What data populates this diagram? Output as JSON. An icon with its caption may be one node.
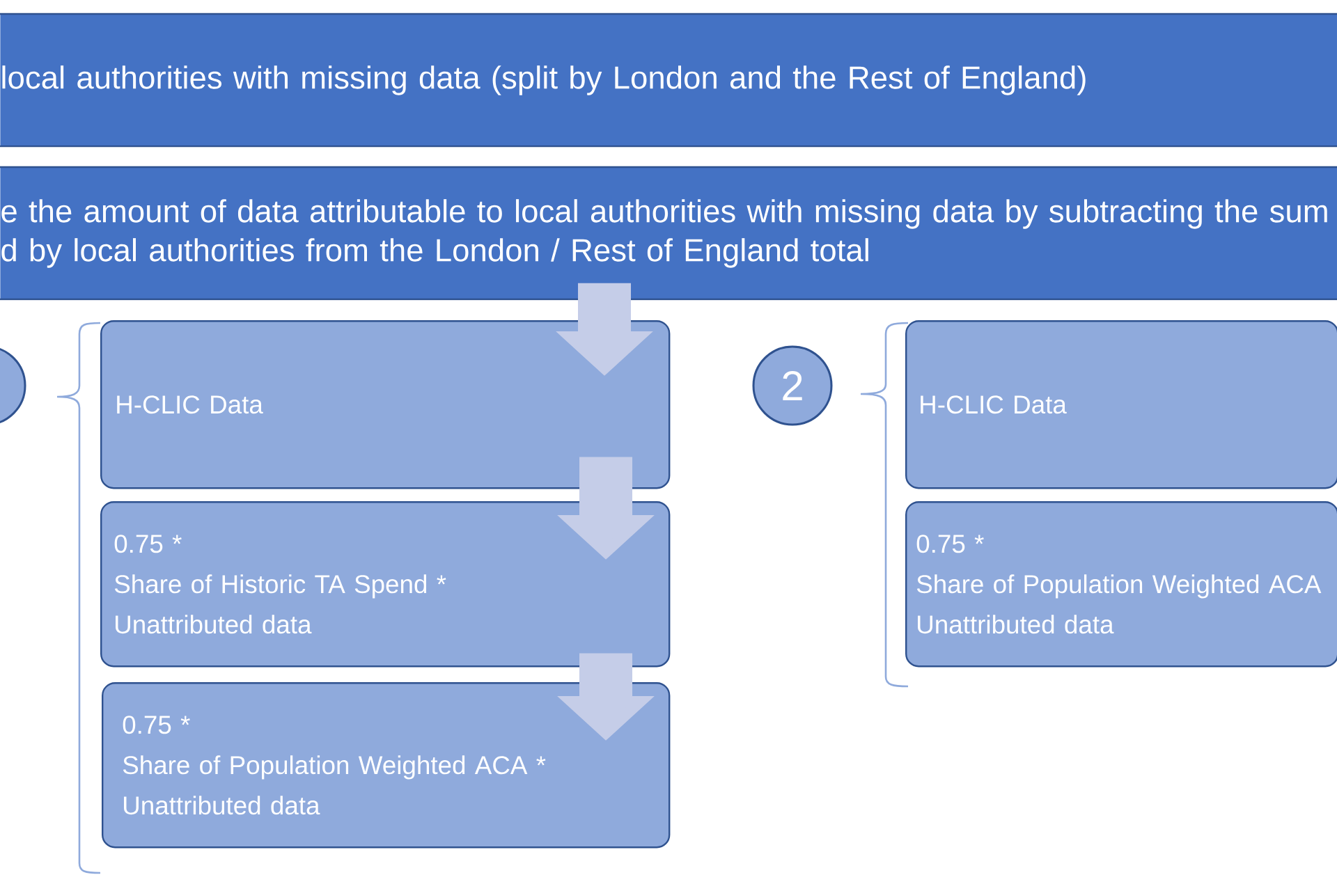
{
  "diagram": {
    "nodes": [
      {
        "text": [
          "local authorities with missing data (split by London and the Rest of England)"
        ]
      },
      {
        "text": [
          "e the amount of data attributable to local authorities with missing data by subtracting the sum d by local authorities from the London / Rest of England total"
        ]
      },
      {
        "text": [],
        "shape": "circle"
      },
      {
        "text": [
          "H-CLIC Data"
        ]
      },
      {
        "text": [
          "0.75 *",
          "Share of Historic TA Spend *",
          "Unattributed data"
        ]
      },
      {
        "text": [
          "0.75 *",
          "Share of Population Weighted ACA *",
          "Unattributed data"
        ]
      },
      {
        "text": [
          "2"
        ]
      },
      {
        "text": [
          "H-CLIC Data"
        ]
      },
      {
        "text": [
          "0.75 *",
          "Share of Population Weighted ACA",
          "Unattributed data"
        ]
      }
    ],
    "edges": [
      {
        "from": 1,
        "to": 3,
        "arrow": "to"
      },
      {
        "from": 3,
        "to": 4,
        "arrow": "to"
      },
      {
        "from": 4,
        "to": 5,
        "arrow": "to"
      }
    ]
  }
}
